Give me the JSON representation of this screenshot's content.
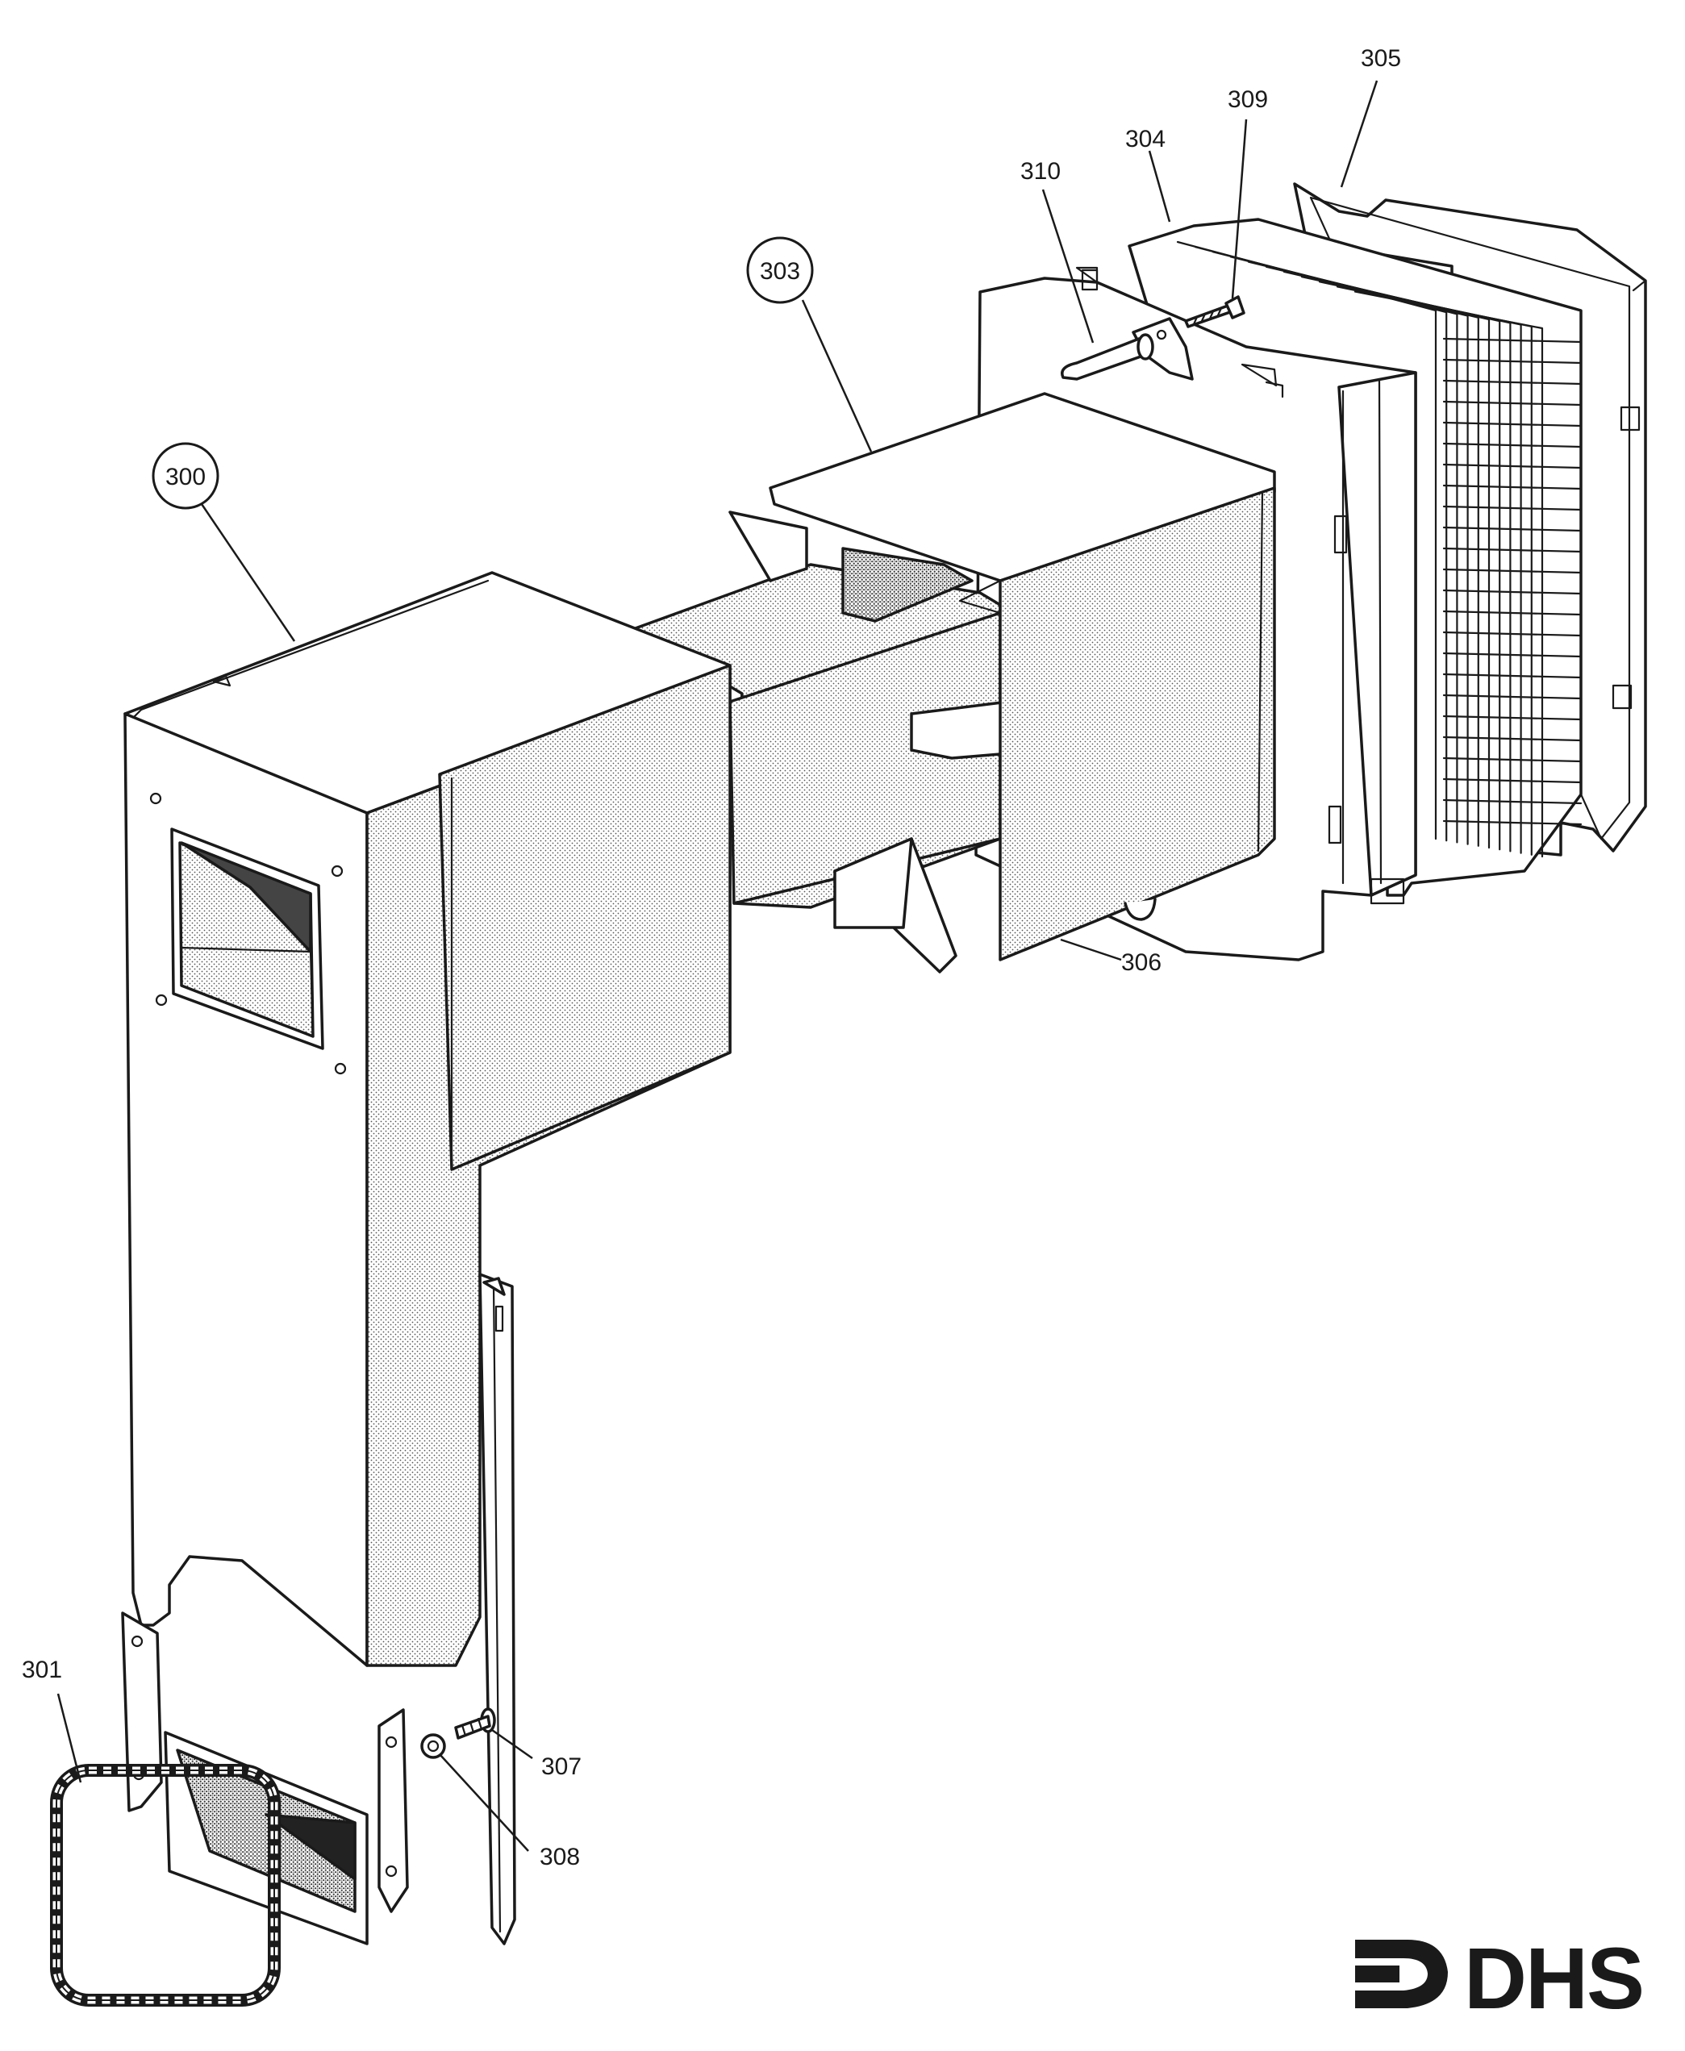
{
  "diagram": {
    "callouts": [
      {
        "id": "300",
        "label": "300",
        "circled": true
      },
      {
        "id": "301",
        "label": "301",
        "circled": false
      },
      {
        "id": "303",
        "label": "303",
        "circled": true
      },
      {
        "id": "304",
        "label": "304",
        "circled": false
      },
      {
        "id": "305",
        "label": "305",
        "circled": false
      },
      {
        "id": "306",
        "label": "306",
        "circled": false
      },
      {
        "id": "307",
        "label": "307",
        "circled": false
      },
      {
        "id": "308",
        "label": "308",
        "circled": false
      },
      {
        "id": "309",
        "label": "309",
        "circled": false
      },
      {
        "id": "310",
        "label": "310",
        "circled": false
      }
    ],
    "logo": {
      "text": "DHS"
    },
    "colors": {
      "ink": "#1a1a1a",
      "paper": "#ffffff",
      "stipple": "#bdbdbd"
    }
  }
}
